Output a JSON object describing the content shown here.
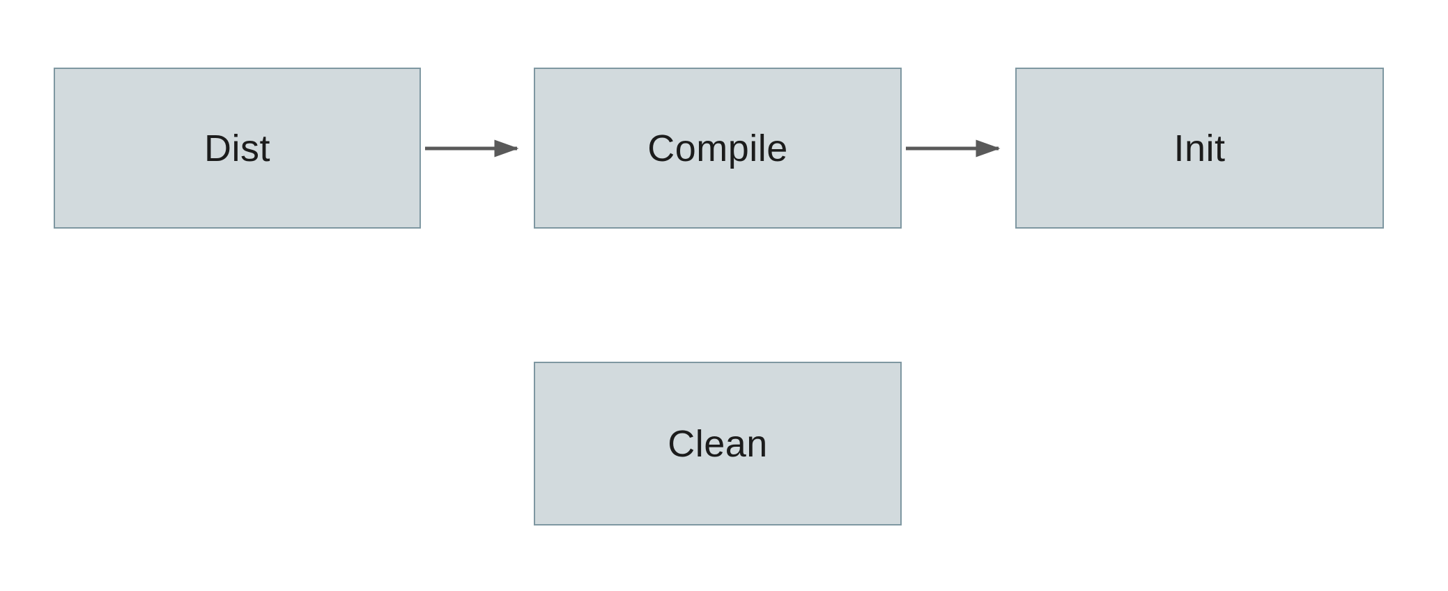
{
  "diagram": {
    "type": "flowchart",
    "nodes": [
      {
        "id": "dist",
        "label": "Dist"
      },
      {
        "id": "compile",
        "label": "Compile"
      },
      {
        "id": "init",
        "label": "Init"
      },
      {
        "id": "clean",
        "label": "Clean"
      }
    ],
    "edges": [
      {
        "from": "dist",
        "to": "compile",
        "direction": "right"
      },
      {
        "from": "compile",
        "to": "init",
        "direction": "right"
      }
    ],
    "colors": {
      "background": "#ffffff",
      "node_fill": "#d2dadd",
      "node_border": "#7e97a1",
      "arrow": "#595959",
      "text": "#1c1c1c"
    }
  }
}
